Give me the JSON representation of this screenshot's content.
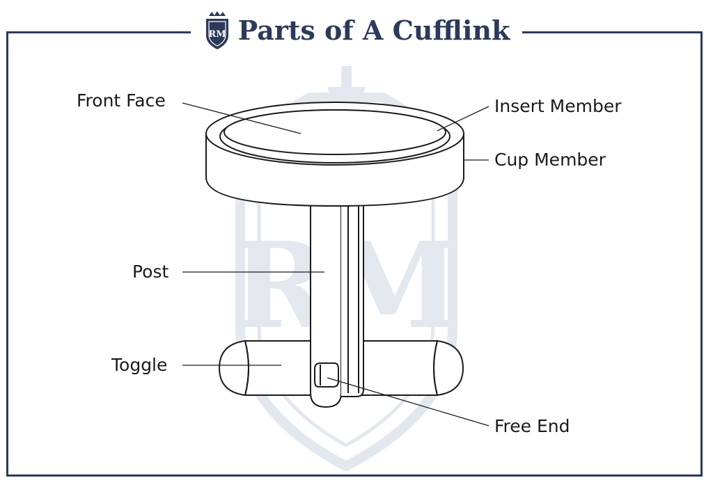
{
  "title": "Parts of A Cufflink",
  "logo": {
    "monogram": "RM",
    "icon": "crown-shield-logo-icon"
  },
  "watermark": {
    "icon": "shield-watermark-icon",
    "monogram": "RM"
  },
  "colors": {
    "brand": "#2c3a5a",
    "line": "#1a1a1a",
    "watermark": "#e3e7ee"
  },
  "labels": {
    "front_face": "Front Face",
    "insert_member": "Insert Member",
    "cup_member": "Cup Member",
    "post": "Post",
    "toggle": "Toggle",
    "free_end": "Free End"
  }
}
